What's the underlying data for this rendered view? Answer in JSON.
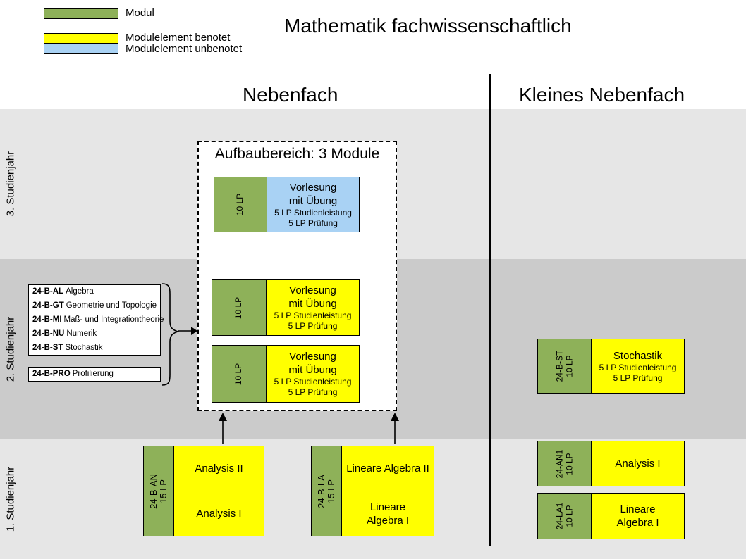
{
  "palette": {
    "green": "#8EB159",
    "yellow": "#FFFF00",
    "blue": "#A9D2F4",
    "band_light": "#E6E6E6",
    "band_dark": "#CBCBCB"
  },
  "title": "Mathematik fachwissenschaftlich",
  "legend": {
    "modul_label": "Modul",
    "benotet_label": "Modulelement benotet",
    "unbenotet_label": "Modulelement unbenotet"
  },
  "header": {
    "nebenfach": "Nebenfach",
    "kleines_nebenfach": "Kleines Nebenfach"
  },
  "year_labels": {
    "y3": "3. Studienjahr",
    "y2": "2. Studienjahr",
    "y1": "1. Studienjahr"
  },
  "aufbau": {
    "title": "Aufbaubereich: 3 Module",
    "module_blue": {
      "lp": "10 LP",
      "line1": "Vorlesung",
      "line2": "mit Übung",
      "sub1": "5 LP Studienleistung",
      "sub2": "5 LP Prüfung"
    },
    "module_yellow1": {
      "lp": "10 LP",
      "line1": "Vorlesung",
      "line2": "mit Übung",
      "sub1": "5 LP Studienleistung",
      "sub2": "5 LP Prüfung"
    },
    "module_yellow2": {
      "lp": "10 LP",
      "line1": "Vorlesung",
      "line2": "mit Übung",
      "sub1": "5 LP Studienleistung",
      "sub2": "5 LP Prüfung"
    }
  },
  "electives": {
    "items": [
      {
        "code": "24-B-AL",
        "name": "Algebra"
      },
      {
        "code": "24-B-GT",
        "name": "Geometrie und Topologie"
      },
      {
        "code": "24-B-MI",
        "name": "Maß- und Integrationtheorie"
      },
      {
        "code": "24-B-NU",
        "name": "Numerik"
      },
      {
        "code": "24-B-ST",
        "name": "Stochastik"
      }
    ],
    "profil": {
      "code": "24-B-PRO",
      "name": "Profilierung"
    }
  },
  "nebenfach_year1": {
    "analysis": {
      "code": "24-B-AN",
      "lp": "15 LP",
      "top": "Analysis II",
      "bottom": "Analysis I"
    },
    "lineare_algebra": {
      "code": "24-B-LA",
      "lp": "15 LP",
      "top": "Lineare Algebra II",
      "bottom": "Lineare Algebra I"
    }
  },
  "kleines_nebenfach": {
    "stochastik": {
      "code": "24-B-ST",
      "lp": "10 LP",
      "name": "Stochastik",
      "sub1": "5 LP Studienleistung",
      "sub2": "5 LP Prüfung"
    },
    "analysis1": {
      "code": "24-AN1",
      "lp": "10 LP",
      "name": "Analysis I"
    },
    "lineare_algebra1": {
      "code": "24-LA1",
      "lp": "10 LP",
      "name": "Lineare Algebra I"
    }
  }
}
